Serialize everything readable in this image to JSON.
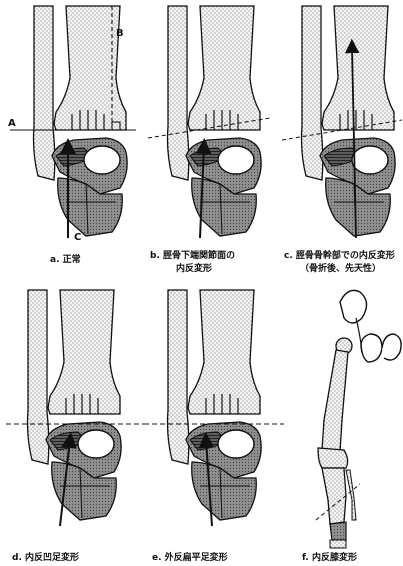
{
  "captions": {
    "a": "a. 正常",
    "b_line1": "b. 脛骨下端関節面の",
    "b_line2": "内反変形",
    "c_line1": "c. 脛骨骨幹部での内反変形",
    "c_line2": "（骨折後、先天性）",
    "d": "d. 内反凹足変形",
    "e": "e. 外反扁平足変形",
    "f": "f. 内反膝変形"
  },
  "markers": {
    "A": "A",
    "B": "B",
    "C": "C"
  },
  "colors": {
    "ink": "#111111",
    "bone_fill": "#f2f2f2",
    "dark_shade": "#7a7a7a",
    "mid_shade": "#9c9c9c",
    "dot": "#555555"
  }
}
